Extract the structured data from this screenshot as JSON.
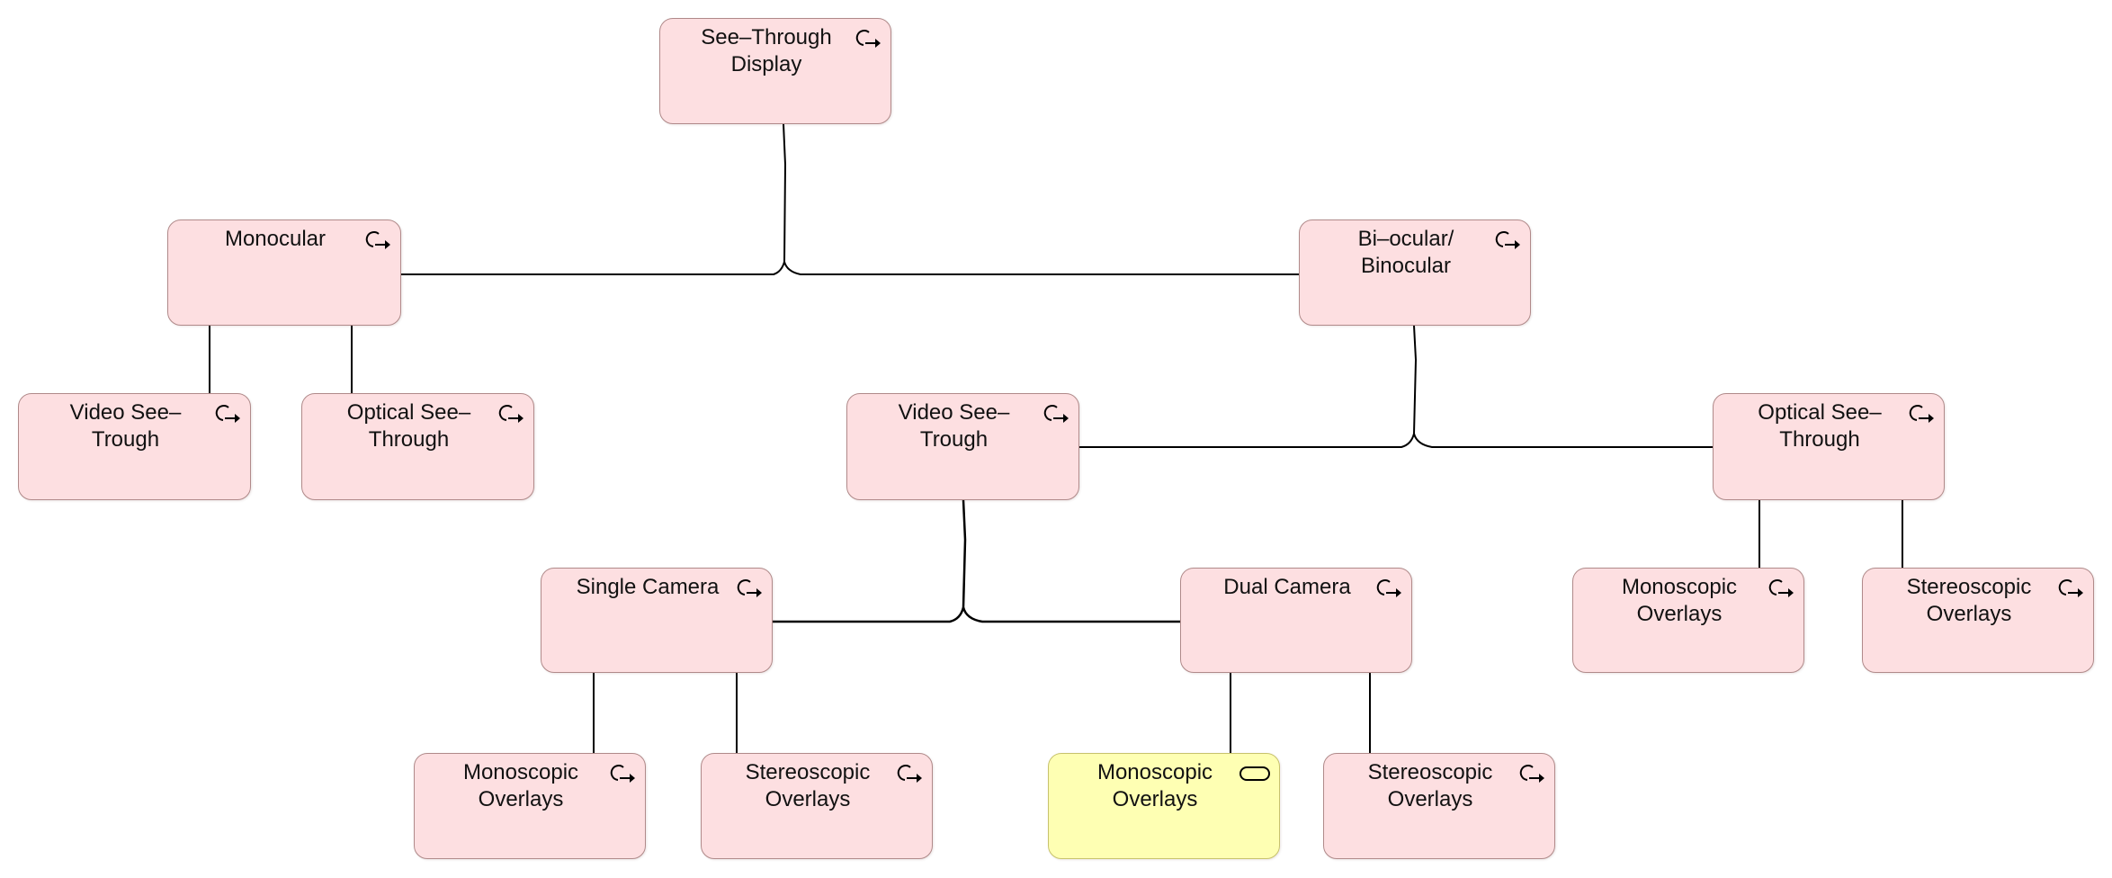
{
  "diagram": {
    "nodes": [
      {
        "id": "root",
        "label": "See–Through\nDisplay",
        "icon": "process-arrow-icon"
      },
      {
        "id": "mono",
        "label": "Monocular",
        "icon": "process-arrow-icon"
      },
      {
        "id": "bino",
        "label": "Bi–ocular/\nBinocular",
        "icon": "process-arrow-icon"
      },
      {
        "id": "mono-video",
        "label": "Video See–\nTrough",
        "icon": "process-arrow-icon"
      },
      {
        "id": "mono-optical",
        "label": "Optical See–\nThrough",
        "icon": "process-arrow-icon"
      },
      {
        "id": "bino-video",
        "label": "Video See–\nTrough",
        "icon": "process-arrow-icon"
      },
      {
        "id": "bino-optical",
        "label": "Optical See–\nThrough",
        "icon": "process-arrow-icon"
      },
      {
        "id": "single-cam",
        "label": "Single Camera",
        "icon": "process-arrow-icon"
      },
      {
        "id": "dual-cam",
        "label": "Dual Camera",
        "icon": "process-arrow-icon"
      },
      {
        "id": "opt-mono",
        "label": "Monoscopic\nOverlays",
        "icon": "process-arrow-icon"
      },
      {
        "id": "opt-stereo",
        "label": "Stereoscopic\nOverlays",
        "icon": "process-arrow-icon"
      },
      {
        "id": "sc-mono",
        "label": "Monoscopic\nOverlays",
        "icon": "process-arrow-icon"
      },
      {
        "id": "sc-stereo",
        "label": "Stereoscopic\nOverlays",
        "icon": "process-arrow-icon"
      },
      {
        "id": "dc-mono",
        "label": "Monoscopic\nOverlays",
        "icon": "event-rounded-icon",
        "selected": true
      },
      {
        "id": "dc-stereo",
        "label": "Stereoscopic\nOverlays",
        "icon": "process-arrow-icon"
      }
    ],
    "edges": [
      {
        "from": "root",
        "to": "mono"
      },
      {
        "from": "root",
        "to": "bino"
      },
      {
        "from": "mono",
        "to": "mono-video"
      },
      {
        "from": "mono",
        "to": "mono-optical"
      },
      {
        "from": "bino",
        "to": "bino-video"
      },
      {
        "from": "bino",
        "to": "bino-optical"
      },
      {
        "from": "bino-video",
        "to": "single-cam"
      },
      {
        "from": "bino-video",
        "to": "dual-cam"
      },
      {
        "from": "bino-optical",
        "to": "opt-mono"
      },
      {
        "from": "bino-optical",
        "to": "opt-stereo"
      },
      {
        "from": "single-cam",
        "to": "sc-mono"
      },
      {
        "from": "single-cam",
        "to": "sc-stereo"
      },
      {
        "from": "dual-cam",
        "to": "dc-mono"
      },
      {
        "from": "dual-cam",
        "to": "dc-stereo"
      }
    ]
  }
}
